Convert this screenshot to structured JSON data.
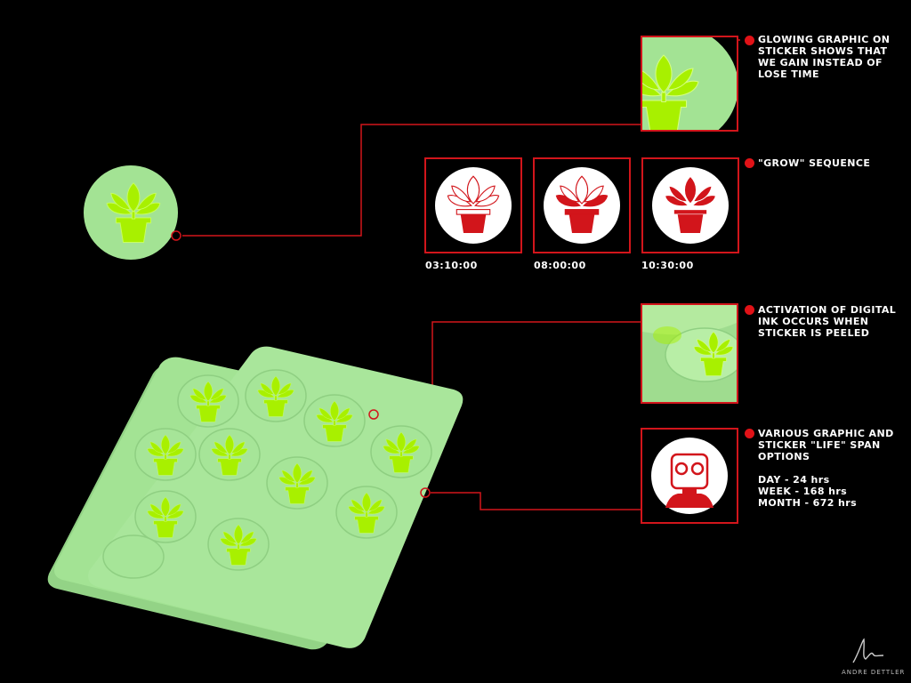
{
  "colors": {
    "accent_red": "#d2151b",
    "sticker_green": "#a3e394",
    "lime": "#a8f000",
    "background": "#000000"
  },
  "callouts": [
    {
      "lines": [
        "GLOWING GRAPHIC ON",
        "STICKER SHOWS THAT",
        "WE GAIN INSTEAD OF",
        "LOSE TIME"
      ]
    },
    {
      "lines": [
        "\"GROW\" SEQUENCE"
      ]
    },
    {
      "lines": [
        "ACTIVATION OF DIGITAL",
        "INK OCCURS WHEN",
        "STICKER IS PEELED"
      ]
    },
    {
      "lines": [
        "VARIOUS GRAPHIC AND",
        "STICKER \"LIFE\" SPAN",
        "OPTIONS",
        "",
        "DAY - 24 hrs",
        "WEEK - 168 hrs",
        "MONTH - 672 hrs"
      ]
    }
  ],
  "grow_sequence": {
    "times": [
      "03:10:00",
      "08:00:00",
      "10:30:00"
    ],
    "fill_levels": [
      0.0,
      0.5,
      1.0
    ]
  },
  "icons": {
    "plant": "potted-plant-icon",
    "robot": "robot-face-icon",
    "signature": "signature-logo"
  },
  "signature": {
    "name": "ANDRE DETTLER"
  }
}
